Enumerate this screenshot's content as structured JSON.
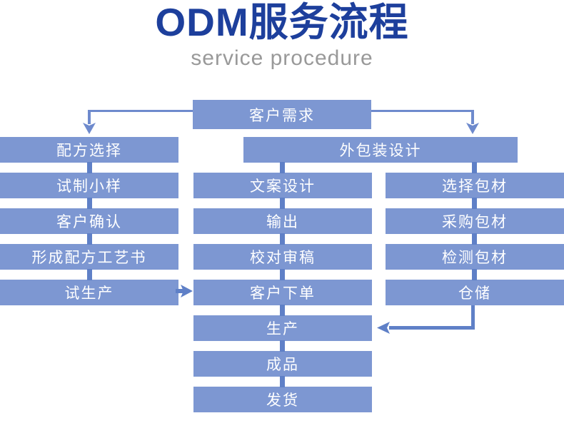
{
  "header": {
    "title": "ODM服务流程",
    "subtitle": "service procedure"
  },
  "colors": {
    "title_text": "#1d3f9c",
    "subtitle_text": "#999999",
    "node_fill": "#7d97d2",
    "node_text": "#ffffff",
    "connector": "#5f80c7",
    "arrow_line": "#6e8acd"
  },
  "flow": {
    "nodes": {
      "customer_demand": "客户需求",
      "formula_selection": "配方选择",
      "outer_packaging_design": "外包装设计",
      "trial_sample": "试制小样",
      "copywriting_design": "文案设计",
      "select_packaging": "选择包材",
      "customer_confirmation": "客户确认",
      "output": "输出",
      "purchase_packaging": "采购包材",
      "formula_process_document": "形成配方工艺书",
      "proofreading_review": "校对审稿",
      "inspect_packaging": "检测包材",
      "trial_production": "试生产",
      "customer_order": "客户下单",
      "warehousing": "仓储",
      "production": "生产",
      "finished_product": "成品",
      "shipping": "发货"
    }
  }
}
